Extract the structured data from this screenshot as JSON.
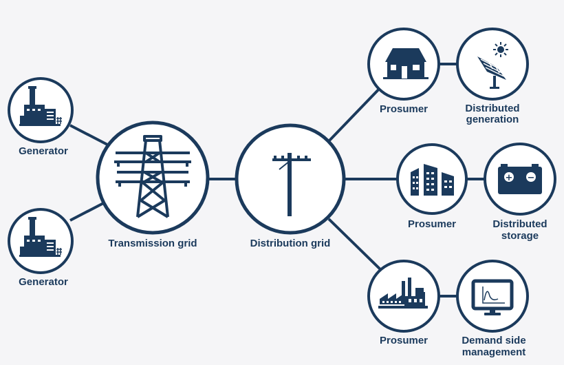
{
  "colors": {
    "primary": "#1b3a5c",
    "node_fill": "#ffffff",
    "background": "#f5f5f7"
  },
  "nodes": {
    "generator_1": {
      "label": "Generator",
      "icon": "power-plant-icon"
    },
    "generator_2": {
      "label": "Generator",
      "icon": "power-plant-icon"
    },
    "transmission": {
      "label": "Transmission grid",
      "icon": "transmission-tower-icon"
    },
    "distribution": {
      "label": "Distribution grid",
      "icon": "utility-pole-icon"
    },
    "prosumer_house": {
      "label": "Prosumer",
      "icon": "house-icon"
    },
    "distributed_generation": {
      "label_line1": "Distributed",
      "label_line2": "generation",
      "icon": "solar-panel-icon"
    },
    "prosumer_buildings": {
      "label": "Prosumer",
      "icon": "buildings-icon"
    },
    "distributed_storage": {
      "label_line1": "Distributed",
      "label_line2": "storage",
      "icon": "battery-icon"
    },
    "prosumer_factory": {
      "label": "Prosumer",
      "icon": "factory-icon"
    },
    "demand_side": {
      "label_line1": "Demand side",
      "label_line2": "management",
      "icon": "monitor-icon"
    }
  },
  "battery_symbols": {
    "plus": "+",
    "minus": "−"
  }
}
